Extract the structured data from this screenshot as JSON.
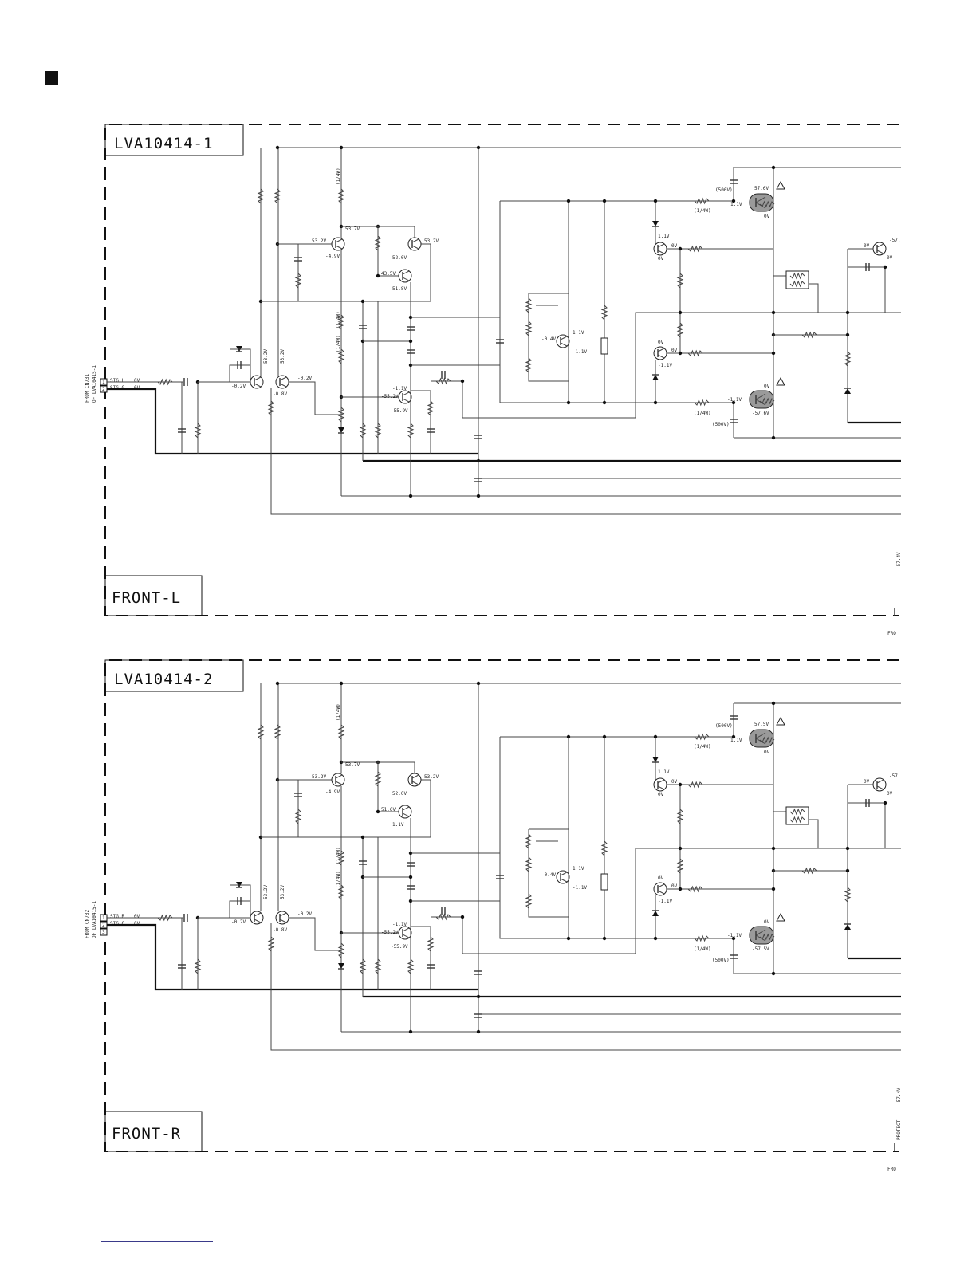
{
  "boards": [
    {
      "id": "left",
      "board_label": "LVA10414-1",
      "channel_label": "FRONT-L",
      "connector": {
        "from": "FROM CN731",
        "of": "OF LVA10415-1",
        "pins": [
          "1",
          "2"
        ],
        "signals": [
          {
            "name": "SIG.L",
            "value": "0V"
          },
          {
            "name": "SIG.G",
            "value": "0V"
          }
        ]
      },
      "voltages": {
        "q_diff1_e": "-0.2V",
        "q_diff2_b": "-0.2V",
        "q_diff_tail": "-0.8V",
        "q_diff_c1": "53.2V",
        "q_diff_c2": "53.2V",
        "q3_b": "53.2V",
        "q3_e": "-4.9V",
        "rail_node": "53.7V",
        "q4_b": "53.2V",
        "q4_e": "52.0V",
        "q5_b": "43.5V",
        "q5_e": "51.8V",
        "q6_b": "-1.1V",
        "q6_c": "-55.2V",
        "q6_e": "-55.9V",
        "bias_b": "-0.4V",
        "bias_c": "1.1V",
        "bias_e": "-1.1V",
        "drv_top_b": "1.1V",
        "drv_top_e": "0V",
        "drv_top_out": "0V",
        "drv_bot_b": "0V",
        "drv_bot_e": "-1.1V",
        "drv_bot_out": "0V",
        "out_top_rail": "57.6V",
        "out_top_b": "1.1V",
        "out_top_e": "0V",
        "out_bot_rail": "-57.6V",
        "out_bot_b": "-1.1V",
        "out_bot_e": "0V",
        "prot_b": "0V",
        "prot_c": "-57.",
        "prot_e": "0V"
      },
      "parts": {
        "cap_top": "(500V)",
        "res_top": "(1/4W)",
        "res_bot": "(1/4W)",
        "cap_bot": "(500V)",
        "r_1_4w_a": "(1/4W)",
        "r_1_4w_b": "(1/4W)",
        "r_1_4w_c": "(1/4W)"
      },
      "edge_labels": {
        "protect": "",
        "protect_v": "-57.4V",
        "next_page": "FRO"
      }
    },
    {
      "id": "right",
      "board_label": "LVA10414-2",
      "channel_label": "FRONT-R",
      "connector": {
        "from": "FROM CN732",
        "of": "OF LVA10415-1",
        "pins": [
          "1",
          "2",
          "3"
        ],
        "signals": [
          {
            "name": "SIG.R",
            "value": "0V"
          },
          {
            "name": "SIG.G",
            "value": "0V"
          }
        ]
      },
      "voltages": {
        "q_diff1_e": "-0.2V",
        "q_diff2_b": "-0.2V",
        "q_diff_tail": "-0.8V",
        "q_diff_c1": "53.2V",
        "q_diff_c2": "53.2V",
        "q3_b": "53.2V",
        "q3_e": "-4.9V",
        "rail_node": "53.7V",
        "q4_b": "53.2V",
        "q4_e": "52.0V",
        "q5_b": "51.6V",
        "q5_e": "1.1V",
        "q6_b": "-1.1V",
        "q6_c": "-55.2V",
        "q6_e": "-55.9V",
        "bias_b": "-0.4V",
        "bias_c": "1.1V",
        "bias_e": "-1.1V",
        "drv_top_b": "1.1V",
        "drv_top_e": "0V",
        "drv_top_out": "0V",
        "drv_bot_b": "0V",
        "drv_bot_e": "-1.1V",
        "drv_bot_out": "0V",
        "out_top_rail": "57.5V",
        "out_top_b": "1.1V",
        "out_top_e": "0V",
        "out_bot_rail": "-57.5V",
        "out_bot_b": "-1.1V",
        "out_bot_e": "0V",
        "prot_b": "0V",
        "prot_c": "-57.",
        "prot_e": "0V"
      },
      "parts": {
        "cap_top": "(500V)",
        "res_top": "(1/4W)",
        "res_bot": "(1/4W)",
        "cap_bot": "(500V)",
        "r_1_4w_a": "(1/4W)",
        "r_1_4w_b": "(1/4W)",
        "r_1_4w_c": "(1/4W)"
      },
      "edge_labels": {
        "protect": "PROTECT",
        "protect_v": "-57.4V",
        "next_page": "FRO"
      }
    }
  ]
}
